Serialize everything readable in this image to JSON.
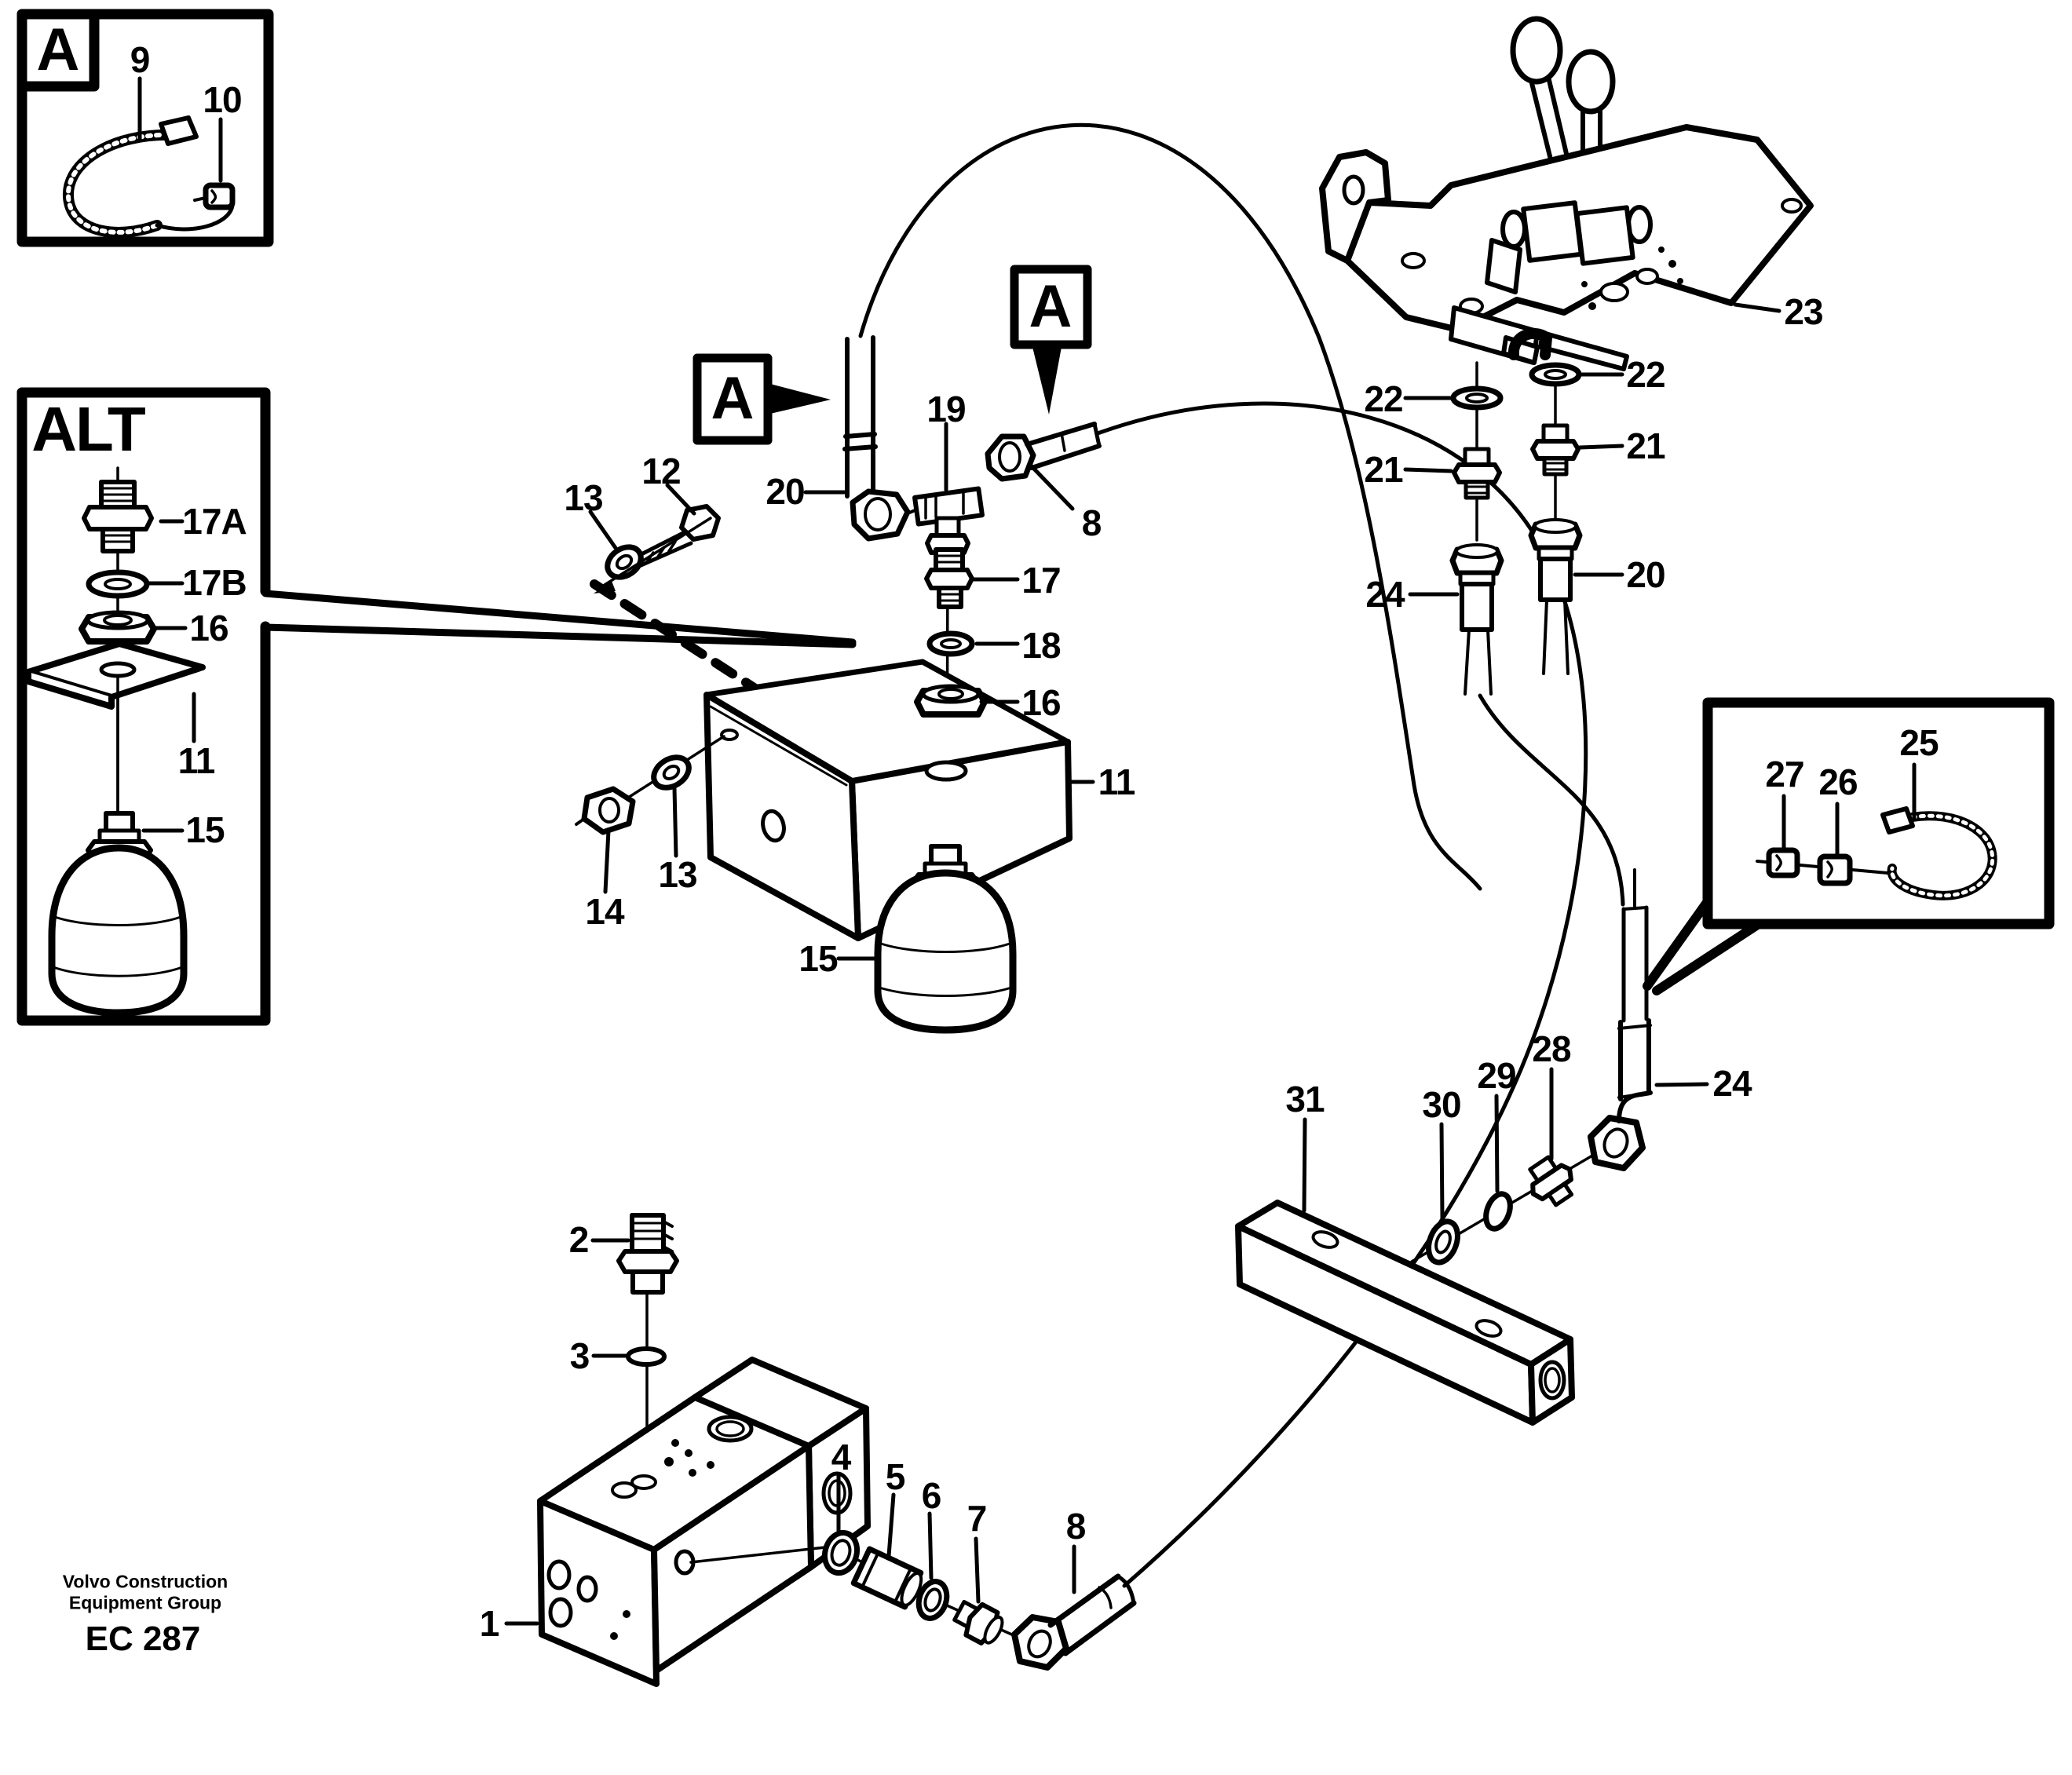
{
  "markers": {
    "detail_box_a": "A",
    "detail_ref_a1": "A",
    "detail_ref_a2": "A",
    "alt_box": "ALT"
  },
  "footer": {
    "line1": "Volvo Construction",
    "line2": "Equipment Group",
    "figure_code": "EC 287"
  },
  "colors": {
    "ink": "#000000",
    "paper": "#ffffff"
  },
  "labels": [
    {
      "text": "9"
    },
    {
      "text": "10"
    },
    {
      "text": "17A"
    },
    {
      "text": "17B"
    },
    {
      "text": "16"
    },
    {
      "text": "11"
    },
    {
      "text": "15"
    },
    {
      "text": "13"
    },
    {
      "text": "12"
    },
    {
      "text": "20"
    },
    {
      "text": "19"
    },
    {
      "text": "8"
    },
    {
      "text": "17"
    },
    {
      "text": "18"
    },
    {
      "text": "16"
    },
    {
      "text": "11"
    },
    {
      "text": "13"
    },
    {
      "text": "14"
    },
    {
      "text": "15"
    },
    {
      "text": "23"
    },
    {
      "text": "22"
    },
    {
      "text": "21"
    },
    {
      "text": "24"
    },
    {
      "text": "22"
    },
    {
      "text": "21"
    },
    {
      "text": "20"
    },
    {
      "text": "27"
    },
    {
      "text": "26"
    },
    {
      "text": "25"
    },
    {
      "text": "31"
    },
    {
      "text": "30"
    },
    {
      "text": "29"
    },
    {
      "text": "28"
    },
    {
      "text": "24"
    },
    {
      "text": "2"
    },
    {
      "text": "3"
    },
    {
      "text": "1"
    },
    {
      "text": "4"
    },
    {
      "text": "5"
    },
    {
      "text": "6"
    },
    {
      "text": "7"
    },
    {
      "text": "8"
    }
  ]
}
